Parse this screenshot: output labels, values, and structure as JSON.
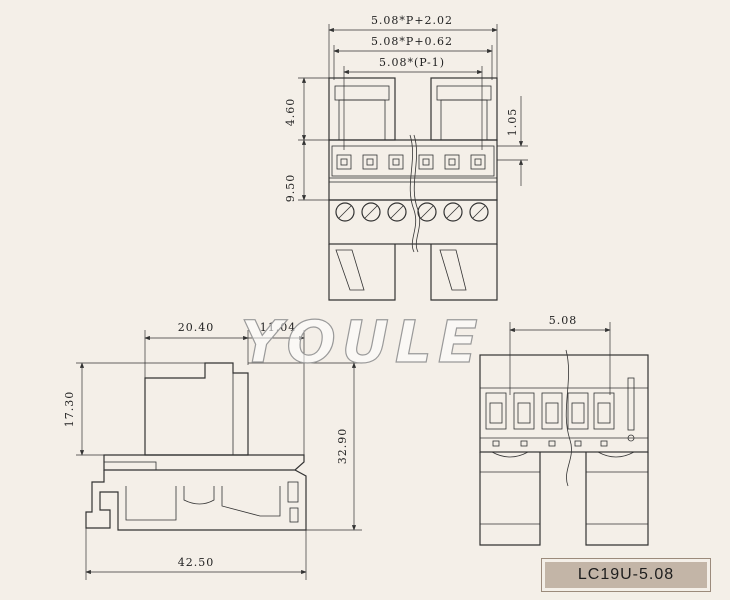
{
  "dimensions": {
    "top_overall": "5.08*P+2.02",
    "top_inner": "5.08*P+0.62",
    "top_pitch_span": "5.08*(P-1)",
    "top_height_upper": "4.60",
    "top_height_lower": "9.50",
    "top_right": "1.05",
    "side_left_width": "20.40",
    "side_right_width": "11.04",
    "side_height_small": "17.30",
    "side_height_total": "32.90",
    "side_base_width": "42.50",
    "front_pitch": "5.08"
  },
  "watermark": "YOULE",
  "model_label": "LC19U-5.08"
}
